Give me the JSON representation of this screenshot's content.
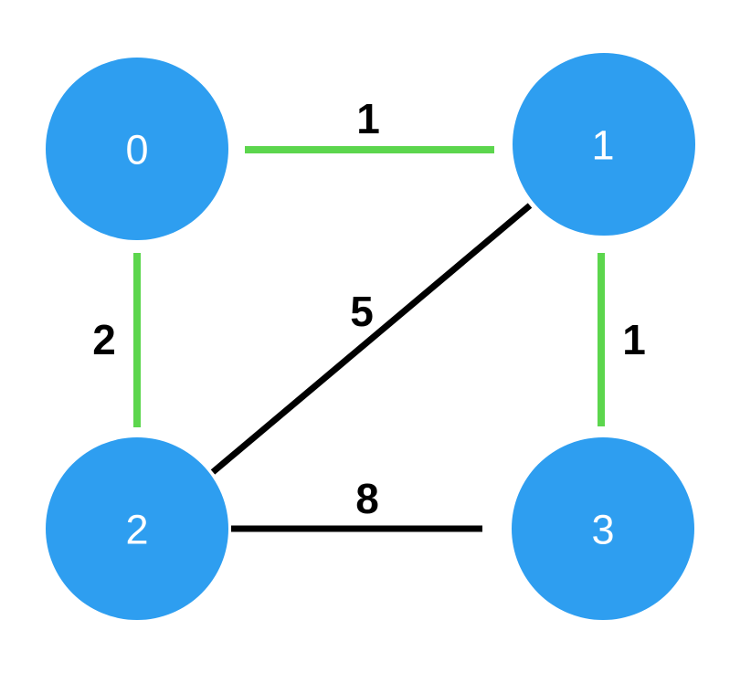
{
  "diagram": {
    "type": "weighted-undirected-graph",
    "background_color": "#ffffff",
    "node_fill_color": "#2E9EF0",
    "node_text_color": "#ffffff",
    "highlighted_edge_color": "#5CD64D",
    "default_edge_color": "#000000",
    "weight_text_color": "#000000",
    "nodes": [
      {
        "label": "0"
      },
      {
        "label": "1"
      },
      {
        "label": "2"
      },
      {
        "label": "3"
      }
    ],
    "edges": [
      {
        "from": "0",
        "to": "1",
        "weight": "1",
        "highlighted": true
      },
      {
        "from": "0",
        "to": "2",
        "weight": "2",
        "highlighted": true
      },
      {
        "from": "1",
        "to": "3",
        "weight": "1",
        "highlighted": true
      },
      {
        "from": "1",
        "to": "2",
        "weight": "5",
        "highlighted": false
      },
      {
        "from": "2",
        "to": "3",
        "weight": "8",
        "highlighted": false
      }
    ]
  }
}
